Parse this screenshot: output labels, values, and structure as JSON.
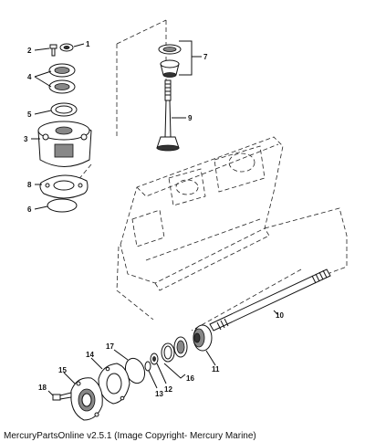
{
  "callouts": {
    "c1": "1",
    "c2": "2",
    "c3": "3",
    "c4": "4",
    "c5": "5",
    "c6": "6",
    "c7": "7",
    "c8": "8",
    "c9": "9",
    "c10": "10",
    "c11": "11",
    "c12": "12",
    "c13": "13",
    "c14": "14",
    "c15": "15",
    "c16": "16",
    "c17": "17",
    "c18": "18"
  },
  "footer": "MercuryPartsOnline v2.5.1 (Image Copyright- Mercury Marine)"
}
